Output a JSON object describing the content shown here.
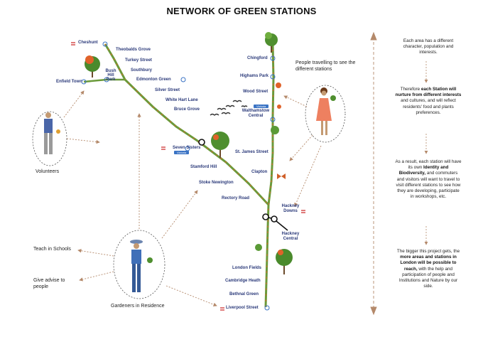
{
  "title": "NETWORK OF GREEN STATIONS",
  "stations": {
    "cheshunt": "Cheshunt",
    "theobalds_grove": "Theobalds Grove",
    "turkey_street": "Turkey Street",
    "southbury": "Southbury",
    "bush_hill_park": "Bush Hill Park",
    "enfield_town": "Enfield Town",
    "edmonton_green": "Edmonton Green",
    "silver_street": "Silver Street",
    "white_hart_lane": "White Hart Lane",
    "bruce_grove": "Bruce Grove",
    "seven_sisters": "Seven Sisters",
    "stamford_hill": "Stamford Hill",
    "stoke_newington": "Stoke Newington",
    "rectory_road": "Rectory Road",
    "chingford": "Chingford",
    "highams_park": "Highams Park",
    "wood_street": "Wood Street",
    "walthamstow_central": "Walthamstow Central",
    "st_james_street": "St. James Street",
    "clapton": "Clapton",
    "hackney_downs": "Hackney Downs",
    "hackney_central": "Hackney Central",
    "london_fields": "London Fields",
    "cambridge_heath": "Cambridge Heath",
    "bethnal_green": "Bethnal Green",
    "liverpool_street": "Liverpool Street"
  },
  "line_tags": {
    "victoria_1": "Victoria",
    "victoria_2": "Victoria"
  },
  "labels": {
    "people_travelling": "People travelling to see the different stations",
    "volunteers": "Volunteers",
    "teach_in_schools": "Teach in Schools",
    "give_advise": "Give advise to people",
    "gardeners": "Gardeners in Residence"
  },
  "side": {
    "p1": "Each area has a different character, population and interests.",
    "p2_a": "Therefore ",
    "p2_b": "each Station will nurture from different interests",
    "p2_c": " and cultures, and will reflect residents' food and plants preferences.",
    "p3_a": "As a result, each station will have its own ",
    "p3_b": "Identity and Biodiversity,",
    "p3_c": " and commuters and visitors will want to travel to visit different stations to see how they are developing, participate in workshops, etc.",
    "p4_a": "The bigger this project gets, the ",
    "p4_b": "more areas and stations in London will be possible to reach,",
    "p4_c": " with the help and participation of people and Institutions and Nature by our side."
  },
  "colors": {
    "line_green": "#6a9a3a",
    "flower_orange": "#e0622a",
    "station_text": "#2b3a7a",
    "overground_blue": "#3a73c4",
    "rail_red": "#cc2a2a",
    "arrow_brown": "#b4896a"
  },
  "icons": [
    "overground-roundel-icon",
    "national-rail-icon",
    "bird-icon",
    "tree-icon",
    "butterfly-icon",
    "person-icon"
  ]
}
